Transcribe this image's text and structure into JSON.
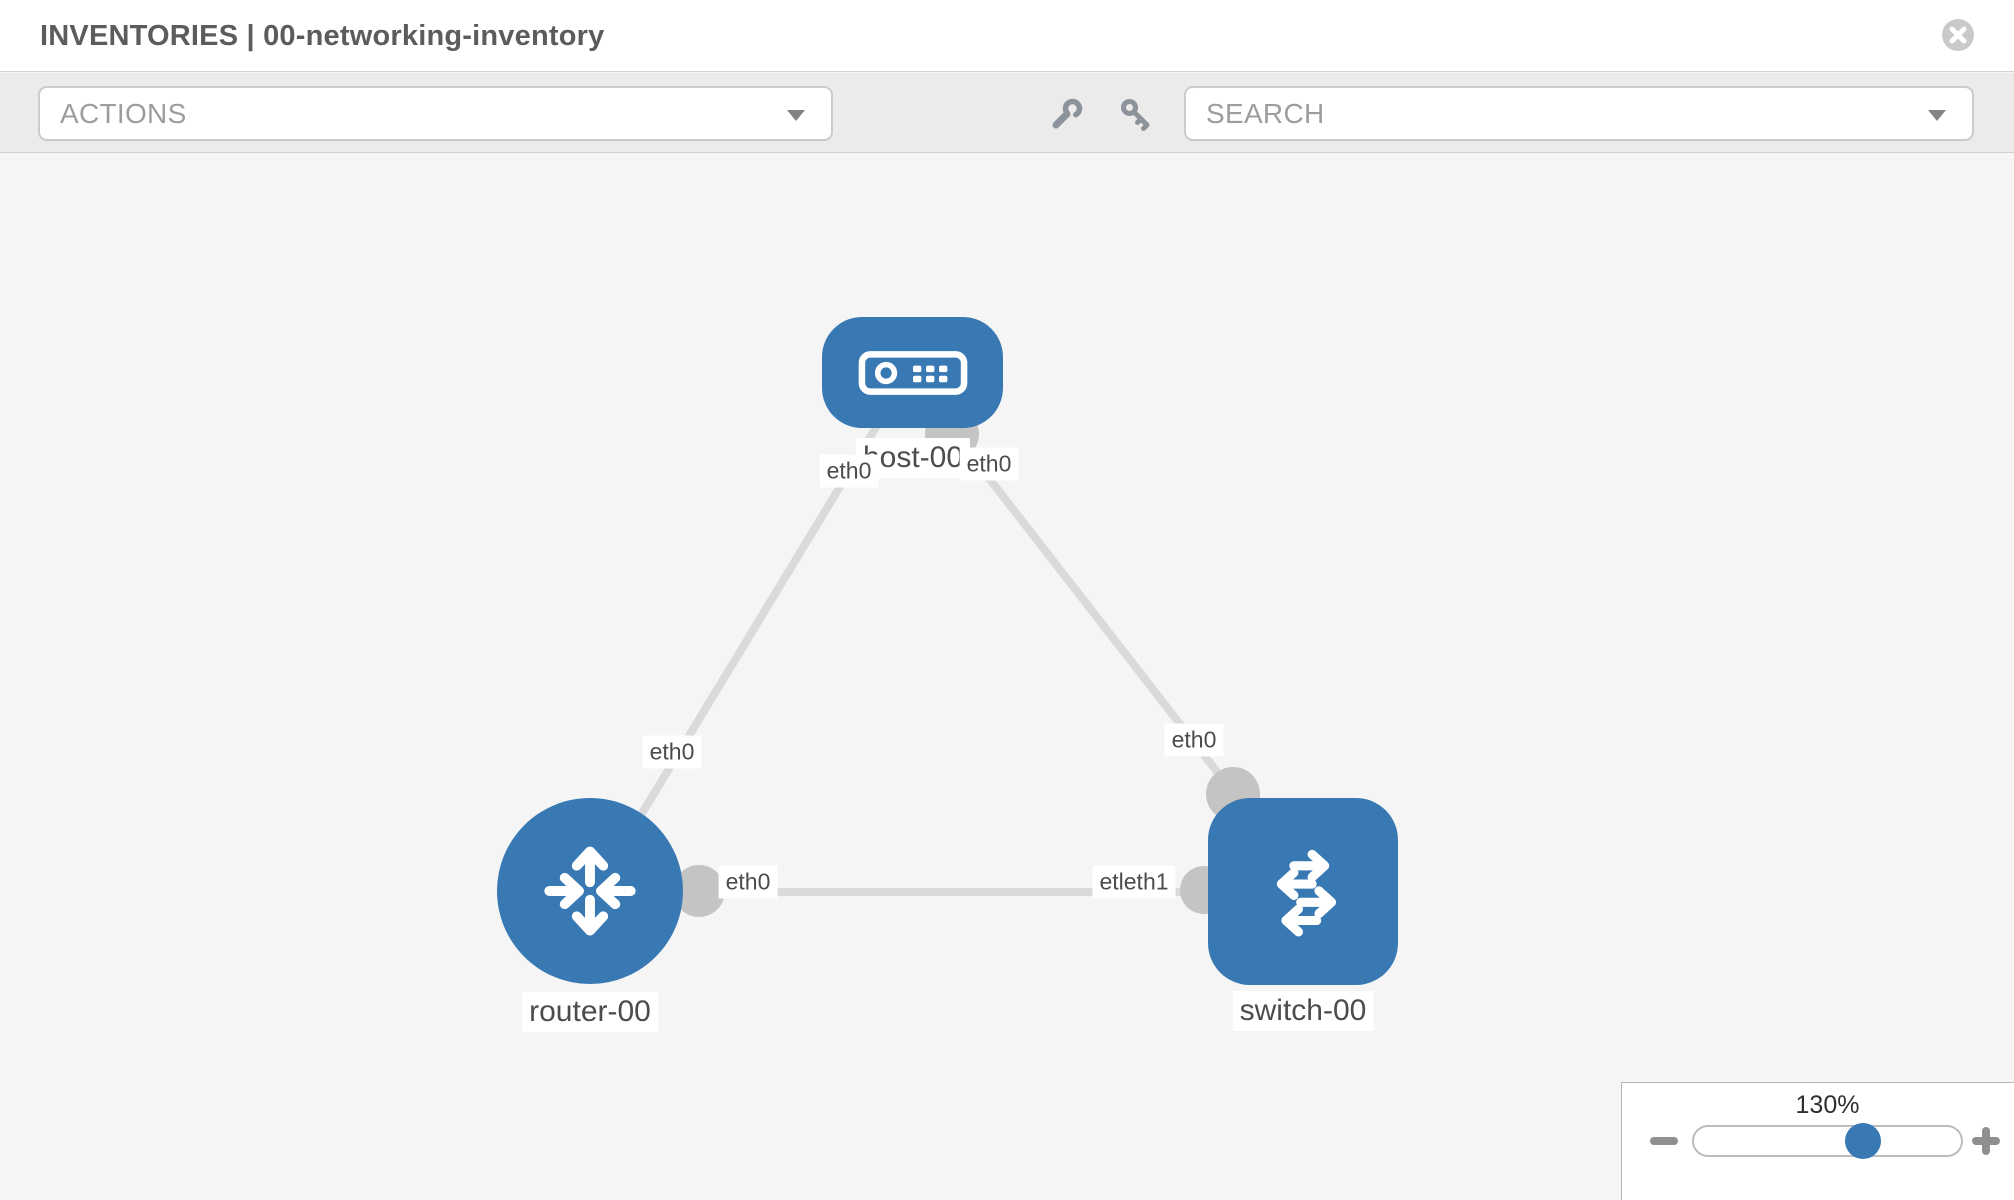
{
  "header": {
    "title": "INVENTORIES | 00-networking-inventory"
  },
  "toolbar": {
    "actions_label": "ACTIONS",
    "search_label": "SEARCH",
    "icons": [
      "wrench-icon",
      "key-icon"
    ]
  },
  "canvas": {
    "nodes": [
      {
        "id": "host-00",
        "label": "host-00",
        "type": "host",
        "icon": "server-icon"
      },
      {
        "id": "router-00",
        "label": "router-00",
        "type": "router",
        "icon": "router-crossed-arrows-icon"
      },
      {
        "id": "switch-00",
        "label": "switch-00",
        "type": "switch",
        "icon": "switch-exchange-arrows-icon"
      }
    ],
    "links": [
      {
        "source": "host-00",
        "target": "router-00"
      },
      {
        "source": "host-00",
        "target": "switch-00"
      },
      {
        "source": "router-00",
        "target": "switch-00"
      }
    ],
    "interface_labels": {
      "host_left": "eth0",
      "host_right": "eth0",
      "link_host_router_mid": "eth0",
      "link_host_switch_mid": "eth0",
      "router_port": "eth0",
      "switch_port_overlapped": "etleth1"
    }
  },
  "zoom_control": {
    "level": "130%"
  },
  "colors": {
    "node_blue": "#3879b4",
    "port_gray": "#c4c4c4",
    "link_gray": "#dadada",
    "toolbar_gray": "#ebebeb",
    "canvas_gray": "#f5f5f5"
  }
}
